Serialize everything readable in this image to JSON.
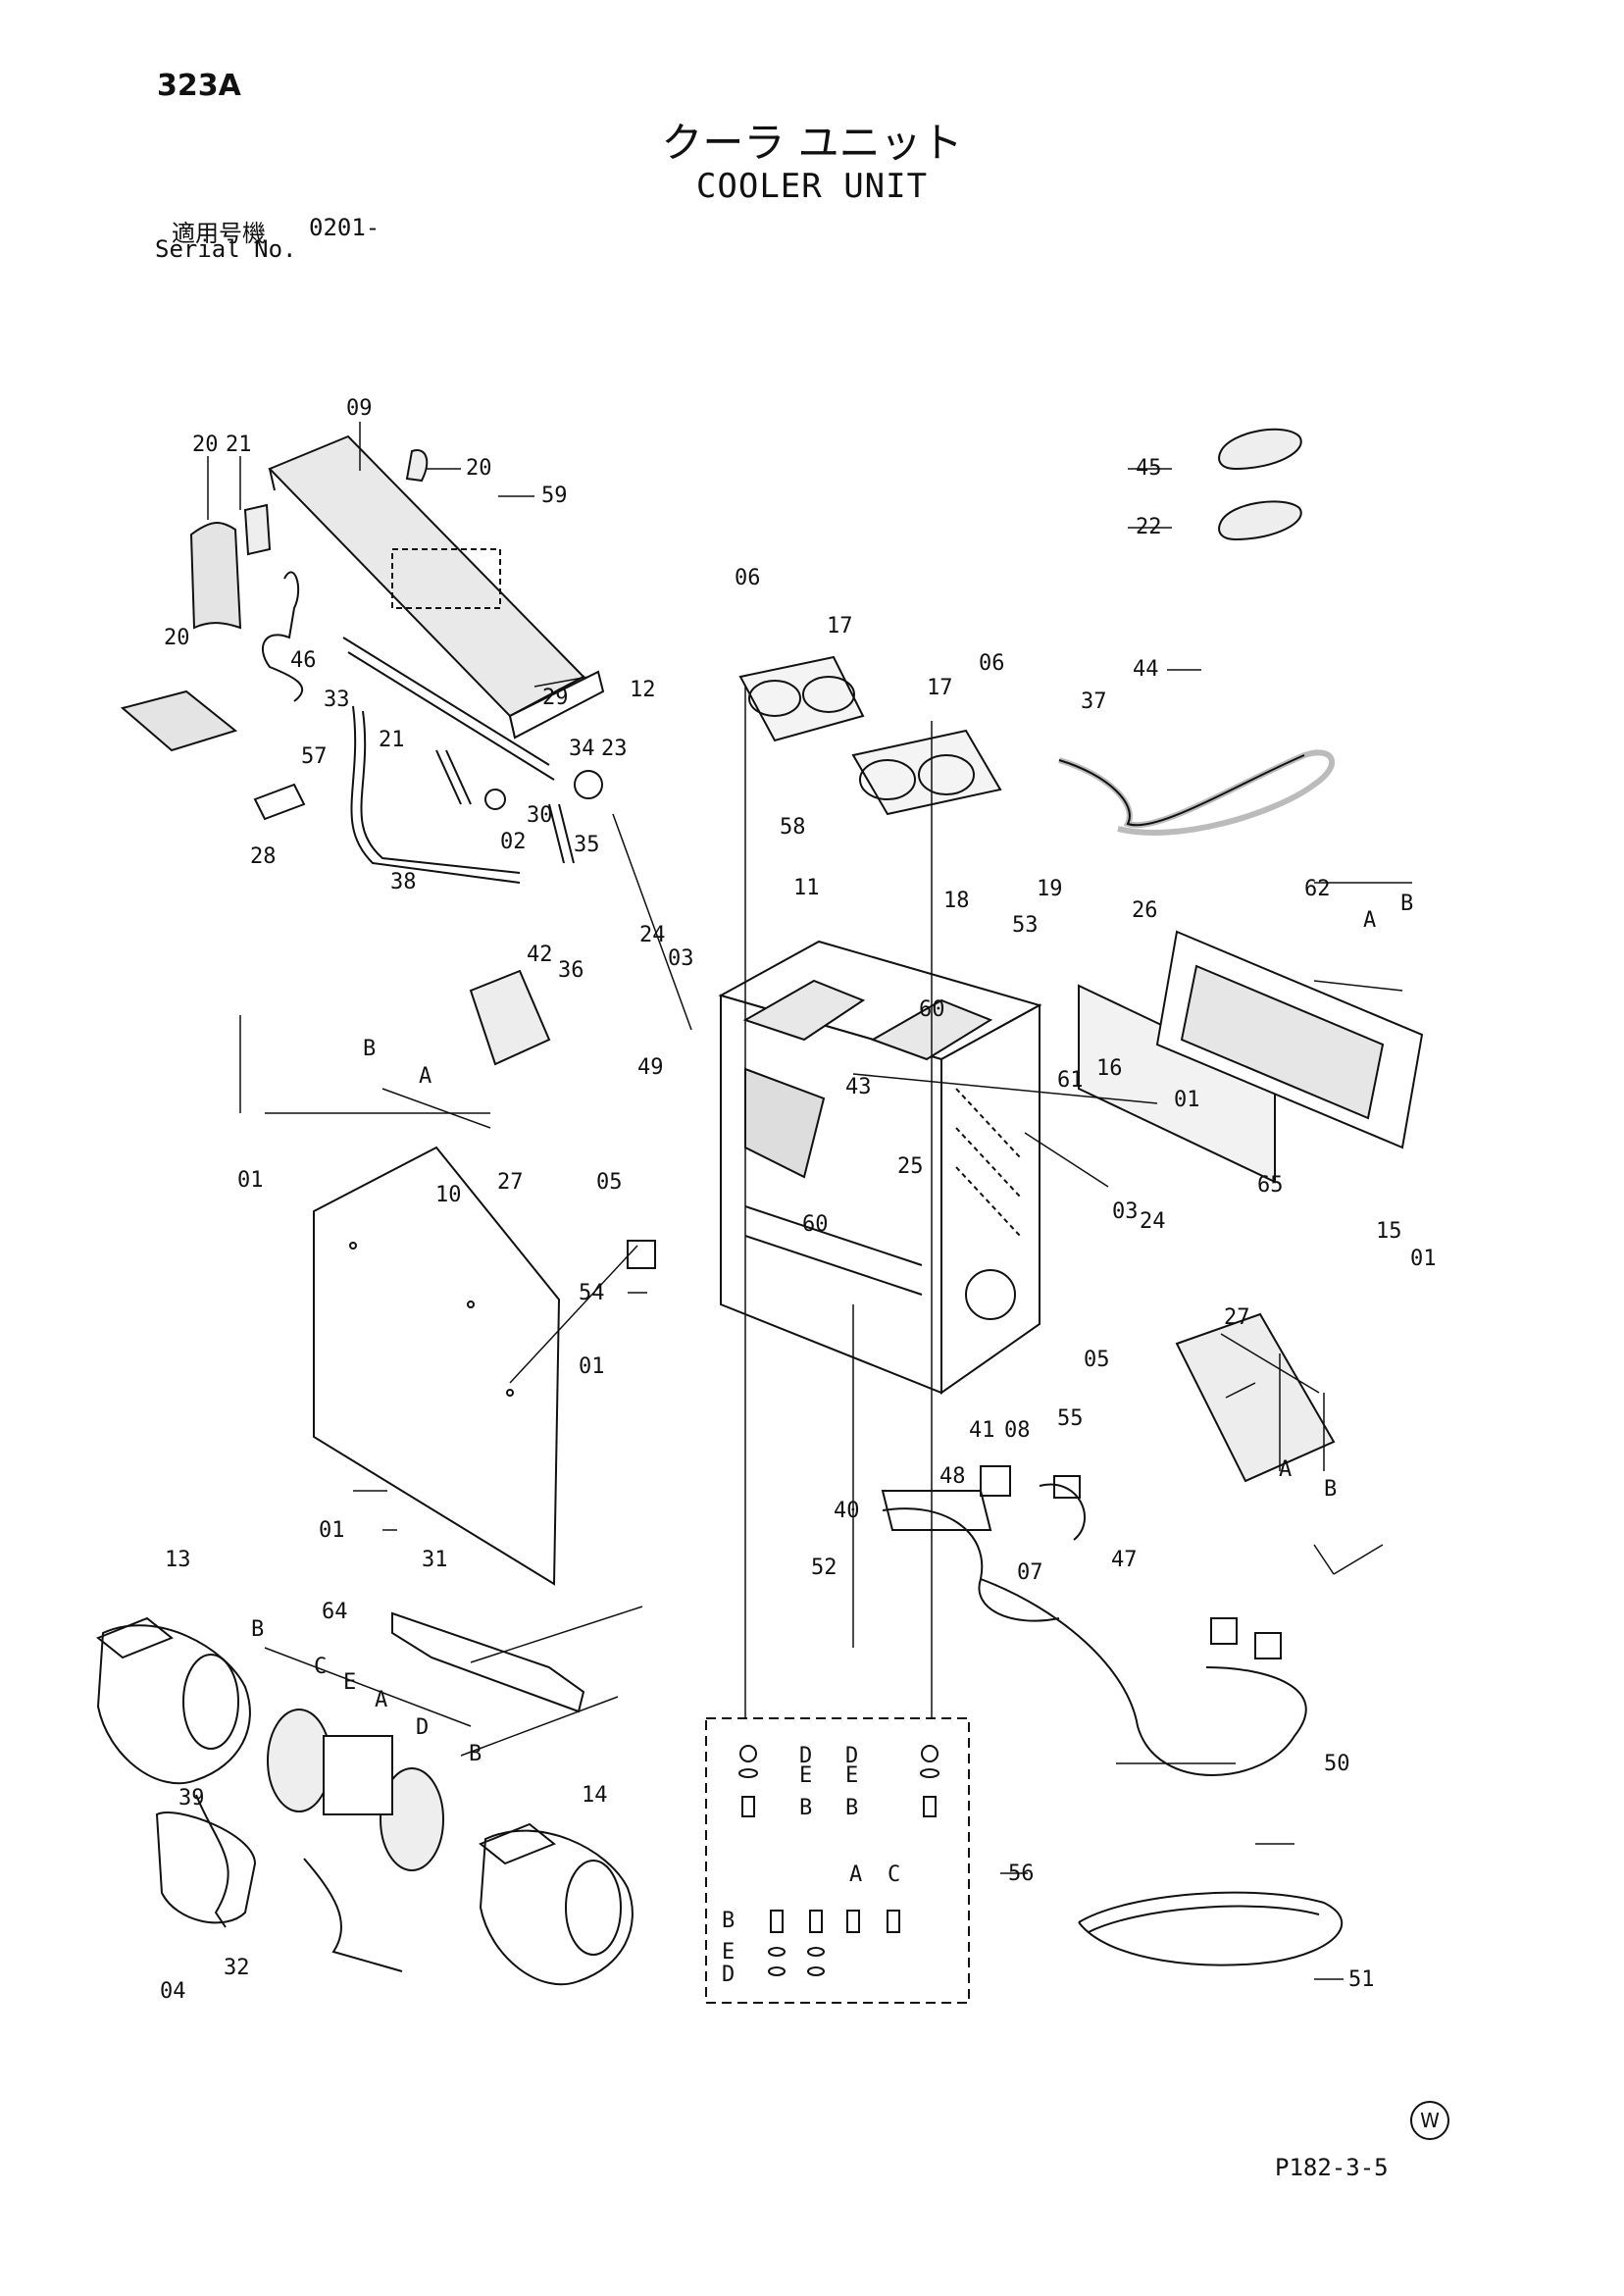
{
  "page_number": "323A",
  "title_jp": "クーラ ユニット",
  "title_en": "COOLER UNIT",
  "serial": {
    "label_jp": "適用号機",
    "value": "0201-",
    "label_en": "Serial No."
  },
  "callouts": [
    {
      "id": "c09",
      "text": "09"
    },
    {
      "id": "c20a",
      "text": "20"
    },
    {
      "id": "c21a",
      "text": "21"
    },
    {
      "id": "c20b",
      "text": "20"
    },
    {
      "id": "c59",
      "text": "59"
    },
    {
      "id": "c45",
      "text": "45"
    },
    {
      "id": "c22",
      "text": "22"
    },
    {
      "id": "c20c",
      "text": "20"
    },
    {
      "id": "c46",
      "text": "46"
    },
    {
      "id": "c33",
      "text": "33"
    },
    {
      "id": "c29",
      "text": "29"
    },
    {
      "id": "c12",
      "text": "12"
    },
    {
      "id": "c06a",
      "text": "06"
    },
    {
      "id": "c17a",
      "text": "17"
    },
    {
      "id": "c06b",
      "text": "06"
    },
    {
      "id": "c17b",
      "text": "17"
    },
    {
      "id": "c44",
      "text": "44"
    },
    {
      "id": "c37",
      "text": "37"
    },
    {
      "id": "c57",
      "text": "57"
    },
    {
      "id": "c21b",
      "text": "21"
    },
    {
      "id": "c34",
      "text": "34"
    },
    {
      "id": "c23",
      "text": "23"
    },
    {
      "id": "c30",
      "text": "30"
    },
    {
      "id": "c28",
      "text": "28"
    },
    {
      "id": "c02",
      "text": "02"
    },
    {
      "id": "c35",
      "text": "35"
    },
    {
      "id": "c58",
      "text": "58"
    },
    {
      "id": "c38",
      "text": "38"
    },
    {
      "id": "c42",
      "text": "42"
    },
    {
      "id": "c36",
      "text": "36"
    },
    {
      "id": "c11",
      "text": "11"
    },
    {
      "id": "c18",
      "text": "18"
    },
    {
      "id": "c19",
      "text": "19"
    },
    {
      "id": "c53",
      "text": "53"
    },
    {
      "id": "c26",
      "text": "26"
    },
    {
      "id": "c62",
      "text": "62"
    },
    {
      "id": "c62A",
      "text": "A"
    },
    {
      "id": "c62B",
      "text": "B"
    },
    {
      "id": "c24a",
      "text": "24"
    },
    {
      "id": "c03a",
      "text": "03"
    },
    {
      "id": "c60a",
      "text": "60"
    },
    {
      "id": "c61",
      "text": "61"
    },
    {
      "id": "c16",
      "text": "16"
    },
    {
      "id": "c01a",
      "text": "01"
    },
    {
      "id": "c27B",
      "text": "B"
    },
    {
      "id": "c27A",
      "text": "A"
    },
    {
      "id": "c49",
      "text": "49"
    },
    {
      "id": "c43",
      "text": "43"
    },
    {
      "id": "c27a",
      "text": "27"
    },
    {
      "id": "c05a",
      "text": "05"
    },
    {
      "id": "c25",
      "text": "25"
    },
    {
      "id": "c65",
      "text": "65"
    },
    {
      "id": "c01b",
      "text": "01"
    },
    {
      "id": "c10",
      "text": "10"
    },
    {
      "id": "c03b",
      "text": "03"
    },
    {
      "id": "c24b",
      "text": "24"
    },
    {
      "id": "c15",
      "text": "15"
    },
    {
      "id": "c01c",
      "text": "01"
    },
    {
      "id": "c60b",
      "text": "60"
    },
    {
      "id": "c54",
      "text": "54"
    },
    {
      "id": "c27b",
      "text": "27"
    },
    {
      "id": "c01d",
      "text": "01"
    },
    {
      "id": "c05b",
      "text": "05"
    },
    {
      "id": "c41",
      "text": "41"
    },
    {
      "id": "c08",
      "text": "08"
    },
    {
      "id": "c55",
      "text": "55"
    },
    {
      "id": "c27bA",
      "text": "A"
    },
    {
      "id": "c27bB",
      "text": "B"
    },
    {
      "id": "c48",
      "text": "48"
    },
    {
      "id": "c40",
      "text": "40"
    },
    {
      "id": "c01e",
      "text": "01"
    },
    {
      "id": "c13",
      "text": "13"
    },
    {
      "id": "c31",
      "text": "31"
    },
    {
      "id": "c47",
      "text": "47"
    },
    {
      "id": "c64",
      "text": "64"
    },
    {
      "id": "c52",
      "text": "52"
    },
    {
      "id": "c07",
      "text": "07"
    },
    {
      "id": "c64B1",
      "text": "B"
    },
    {
      "id": "c64C",
      "text": "C"
    },
    {
      "id": "c64E",
      "text": "E"
    },
    {
      "id": "c64A",
      "text": "A"
    },
    {
      "id": "c64D",
      "text": "D"
    },
    {
      "id": "c64B2",
      "text": "B"
    },
    {
      "id": "c14",
      "text": "14"
    },
    {
      "id": "c39",
      "text": "39"
    },
    {
      "id": "c32",
      "text": "32"
    },
    {
      "id": "c04",
      "text": "04"
    },
    {
      "id": "c50",
      "text": "50"
    },
    {
      "id": "c56",
      "text": "56"
    },
    {
      "id": "c51",
      "text": "51"
    },
    {
      "id": "k1",
      "text": "D"
    },
    {
      "id": "k2",
      "text": "E"
    },
    {
      "id": "k3",
      "text": "B"
    },
    {
      "id": "k4",
      "text": "D"
    },
    {
      "id": "k5",
      "text": "E"
    },
    {
      "id": "k6",
      "text": "B"
    },
    {
      "id": "k7",
      "text": "A"
    },
    {
      "id": "k8",
      "text": "C"
    },
    {
      "id": "k9",
      "text": "B"
    },
    {
      "id": "k10",
      "text": "E"
    },
    {
      "id": "k11",
      "text": "D"
    }
  ],
  "mark": "W",
  "reference": "P182-3-5"
}
